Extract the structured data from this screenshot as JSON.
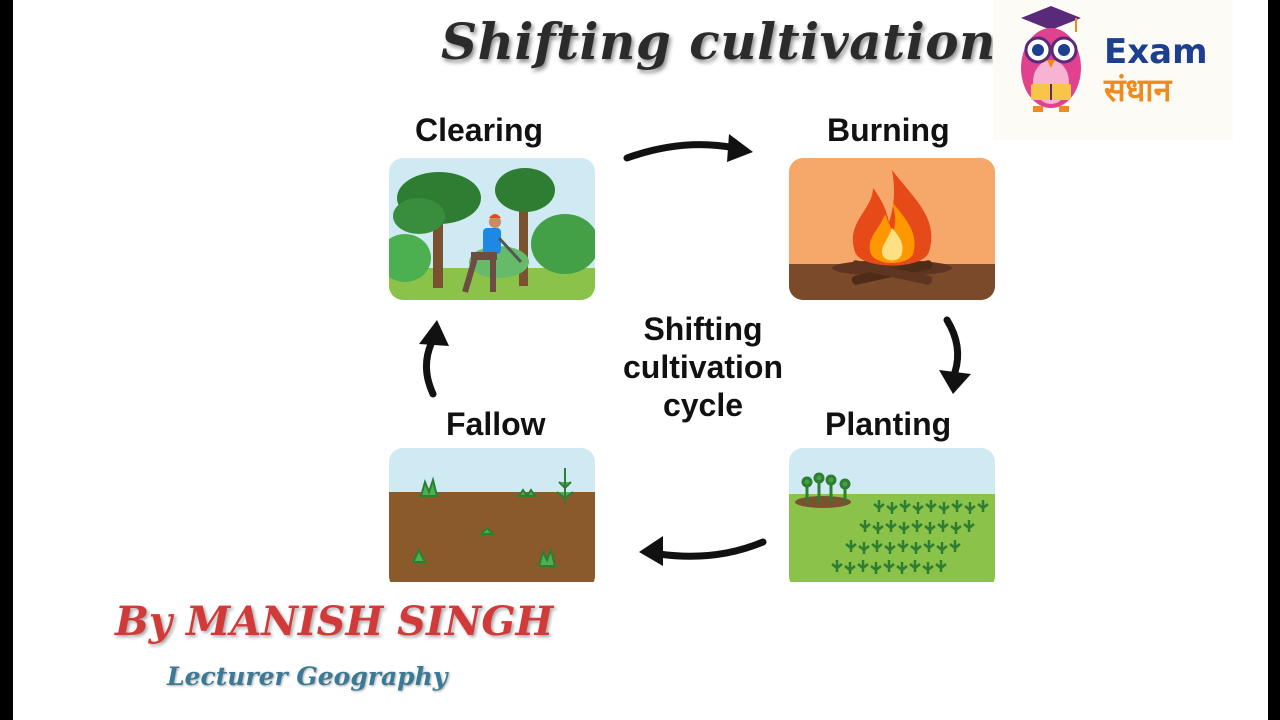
{
  "title": "Shifting cultivation",
  "logo": {
    "line1": "Exam",
    "line2": "संधान",
    "colors": {
      "blue": "#1d3f8f",
      "orange": "#f08a1c",
      "pink": "#e0428f"
    }
  },
  "cycle": {
    "center_label": [
      "Shifting",
      "cultivation",
      "cycle"
    ],
    "stages": [
      {
        "label": "Clearing",
        "icon": "forest-clearing-icon"
      },
      {
        "label": "Burning",
        "icon": "fire-icon"
      },
      {
        "label": "Planting",
        "icon": "seedlings-icon"
      },
      {
        "label": "Fallow",
        "icon": "fallow-field-icon"
      }
    ]
  },
  "author": {
    "name": "By MANISH SINGH",
    "role": "Lecturer Geography"
  }
}
